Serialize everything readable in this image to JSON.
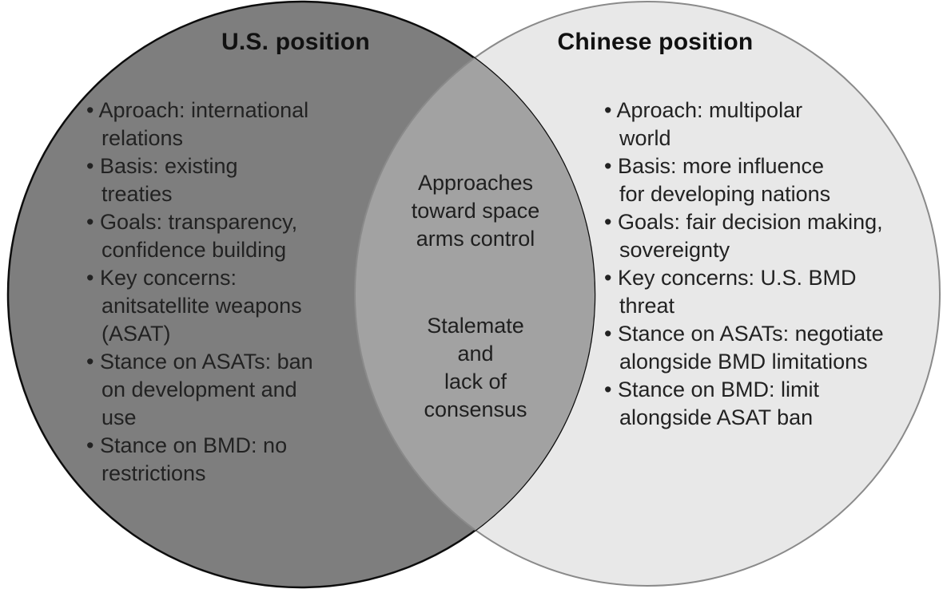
{
  "diagram": {
    "type": "venn",
    "left": {
      "title": "U.S. position",
      "items": [
        {
          "text": "• Aproach: international",
          "indent": false
        },
        {
          "text": "relations",
          "indent": true
        },
        {
          "text": "• Basis: existing",
          "indent": false
        },
        {
          "text": "treaties",
          "indent": true
        },
        {
          "text": "• Goals: transparency,",
          "indent": false
        },
        {
          "text": "confidence building",
          "indent": true
        },
        {
          "text": "• Key concerns:",
          "indent": false
        },
        {
          "text": "anitsatellite weapons",
          "indent": true
        },
        {
          "text": "(ASAT)",
          "indent": true
        },
        {
          "text": "• Stance on ASATs: ban",
          "indent": false
        },
        {
          "text": "on development and",
          "indent": true
        },
        {
          "text": "use",
          "indent": true
        },
        {
          "text": "• Stance on BMD: no",
          "indent": false
        },
        {
          "text": "restrictions",
          "indent": true
        }
      ]
    },
    "right": {
      "title": "Chinese position",
      "items": [
        {
          "text": "• Aproach: multipolar",
          "indent": false
        },
        {
          "text": "world",
          "indent": true
        },
        {
          "text": "• Basis: more influence",
          "indent": false
        },
        {
          "text": "for developing nations",
          "indent": true
        },
        {
          "text": "• Goals: fair decision making,",
          "indent": false
        },
        {
          "text": "sovereignty",
          "indent": true
        },
        {
          "text": "• Key concerns: U.S. BMD",
          "indent": false
        },
        {
          "text": "threat",
          "indent": true
        },
        {
          "text": "• Stance on ASATs: negotiate",
          "indent": false
        },
        {
          "text": "alongside BMD limitations",
          "indent": true
        },
        {
          "text": "• Stance on BMD: limit",
          "indent": false
        },
        {
          "text": "alongside ASAT ban",
          "indent": true
        }
      ]
    },
    "overlap": {
      "label_top": "Approaches\ntoward space\narms control",
      "label_bottom": "Stalemate\nand\nlack of\nconsensus"
    }
  },
  "colors": {
    "us_fill": "#7e7e7e",
    "us_stroke": "#0d0d0d",
    "china_fill": "#e8e8e8",
    "china_stroke": "#8a8a8a",
    "overlap_fill": "#a2a2a2",
    "overlap_stroke": "#8a8a8a",
    "text": "#222222",
    "title_text": "#111111"
  }
}
